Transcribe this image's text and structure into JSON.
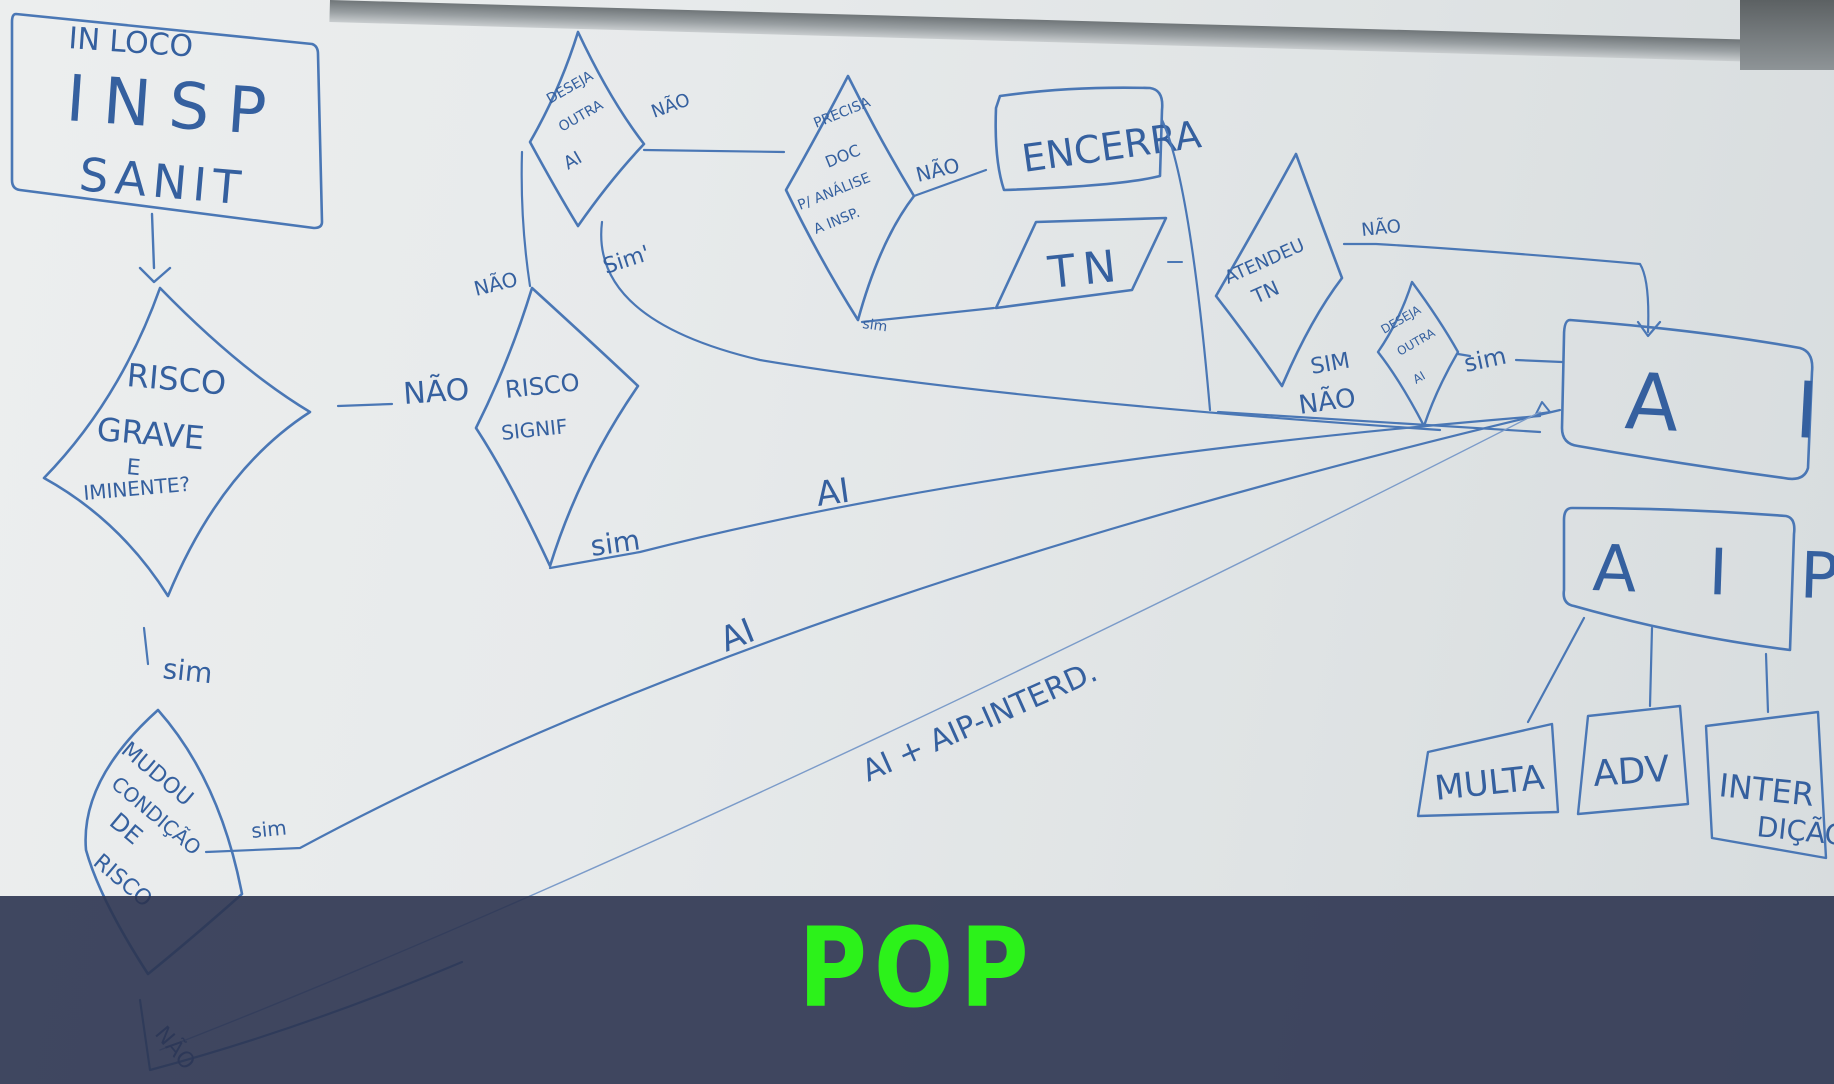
{
  "whiteboard": {
    "start_note": "IN LOCO",
    "start_box": [
      "INSP",
      "SANIT"
    ],
    "decision_risco_grave": [
      "RISCO",
      "GRAVE",
      "E",
      "IMINENTE?"
    ],
    "decision_risco_signif": [
      "RISCO",
      "SIGNIF"
    ],
    "decision_mudou_condicao": [
      "MUDOU",
      "CONDIÇÃO",
      "DE",
      "RISCO"
    ],
    "decision_precisa_doc": [
      "PRECISA",
      "DOC",
      "P/ ANÁLISE",
      "A INSP."
    ],
    "decision_top_left": [
      "DESEJA",
      "OUTRA",
      "AI"
    ],
    "decision_atendeu_tn": [
      "ATENDEU",
      "TN"
    ],
    "decision_small": [
      "DESEJA",
      "OUTRA",
      "AI"
    ],
    "box_encerra": "ENCERRA",
    "box_tn": "TN",
    "box_ai": "A I",
    "box_aip": "A I P",
    "box_multa": "MULTA",
    "box_adv": "ADV",
    "box_interdicao": [
      "INTER",
      "DIÇÃO"
    ],
    "labels": {
      "sim": "SIM",
      "sim_lower": "sim",
      "sim_accent": "Sim'",
      "nao": "NÃO",
      "nao_lower": "NÃO",
      "ai": "AI",
      "ai_aip_interd": "AI + AIP-INTERD."
    }
  },
  "caption": {
    "text": "POP",
    "color": "#2cf21a",
    "bar_color": "#2c3450"
  }
}
